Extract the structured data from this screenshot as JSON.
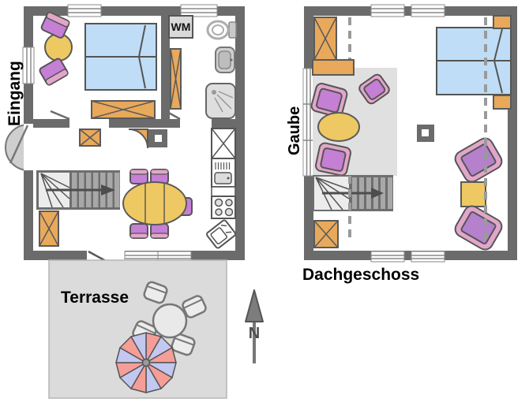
{
  "diagram": {
    "type": "floor-plan",
    "labels": {
      "entrance": "Eingang",
      "washing_machine": "WM",
      "terrace": "Terrasse",
      "dormer": "Gaube",
      "attic_title": "Dachgeschoss",
      "compass_north": "N"
    },
    "colors": {
      "wall": "#6b6b6b",
      "bed_blue": "#bfddf6",
      "wood_orange": "#e8a95b",
      "chair_purple": "#c57fd4",
      "chair_pink_trim": "#e2a6c9",
      "table_yellow": "#eec862",
      "rug_gray": "#e0e0e0",
      "terrace_gray": "#dbdbdb",
      "stair_step": "#a8a8a8",
      "stair_base": "#6e6e6e",
      "fixture_gray": "#d9d9d9",
      "parasol_red": "#f59e97",
      "parasol_blue": "#c3c8f1"
    },
    "icons": [
      "double-bed-icon",
      "wardrobe-icon",
      "round-table-icon",
      "chair-icon",
      "washing-machine-icon",
      "toilet-icon",
      "sink-icon",
      "shower-icon",
      "stairs-icon",
      "stove-icon",
      "kitchen-sink-icon",
      "chimney-icon",
      "dining-table-icon",
      "armchair-icon",
      "rug-icon",
      "parasol-icon",
      "terrace-table-icon",
      "north-arrow-icon",
      "dormer-window-icon"
    ]
  }
}
